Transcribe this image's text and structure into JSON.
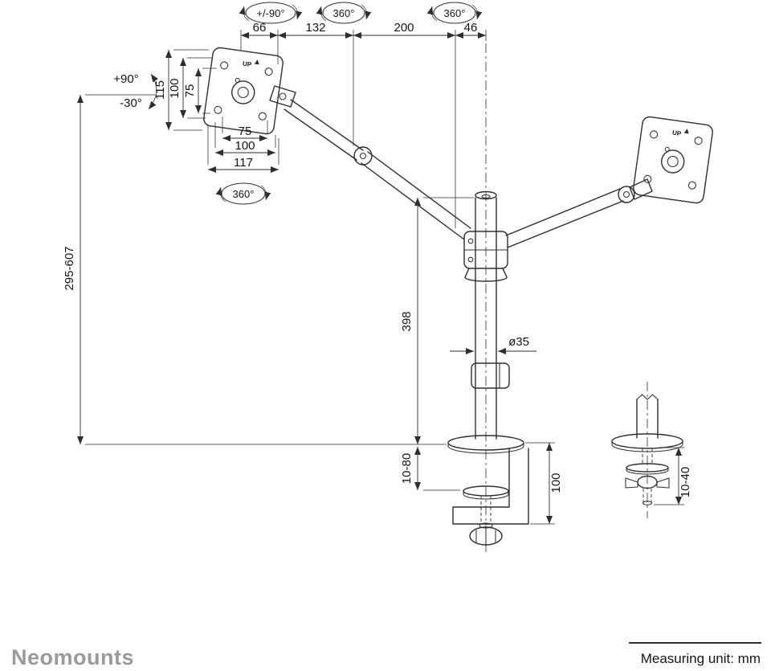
{
  "footer": {
    "brand": "Neomounts",
    "unit_note": "Measuring unit: mm"
  },
  "rotations": {
    "top_tilt": "+/-90°",
    "top_swivel_arm": "360°",
    "top_swivel_pole": "360°",
    "plate_swivel": "360°",
    "tilt_up": "+90°",
    "tilt_down": "-30°"
  },
  "dimensions": {
    "top_chain": [
      "66",
      "132",
      "200",
      "46"
    ],
    "vesa_vertical": [
      "115",
      "100",
      "75"
    ],
    "vesa_horizontal": [
      "75",
      "100",
      "117"
    ],
    "height_range": "295-607",
    "pole_height": "398",
    "pole_diameter": "ø35",
    "desk_clamp_range": "10-80",
    "clamp_height": "100",
    "bolt_through_range": "10-40"
  },
  "plate_labels": {
    "up": "UP"
  }
}
